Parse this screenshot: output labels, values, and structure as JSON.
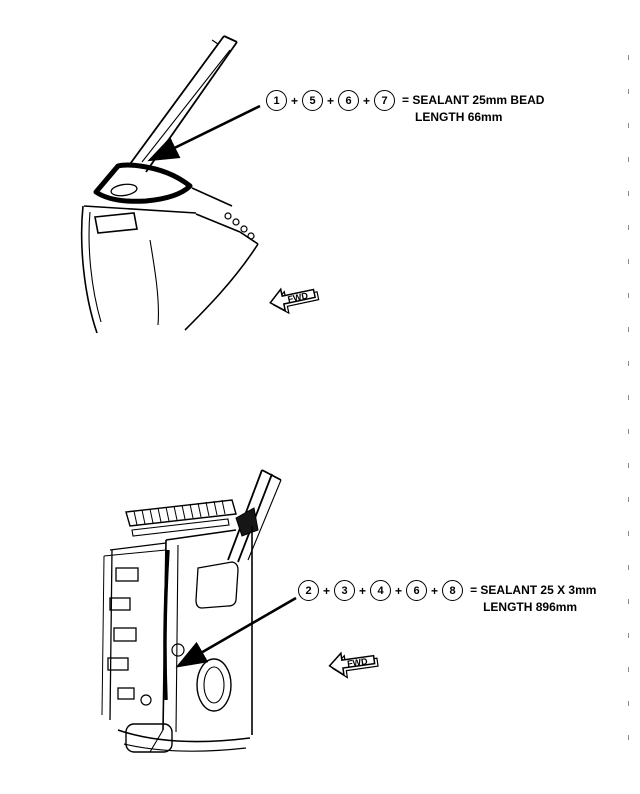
{
  "figures": {
    "top": {
      "callout": {
        "numbers": [
          "1",
          "5",
          "6",
          "7"
        ],
        "plus": "+",
        "equals_text": "= SEALANT 25mm BEAD",
        "length_text": "LENGTH 66mm"
      },
      "fwd_label": "FWD"
    },
    "bottom": {
      "callout": {
        "numbers": [
          "2",
          "3",
          "4",
          "6",
          "8"
        ],
        "plus": "+",
        "equals_text": "= SEALANT 25 X 3mm",
        "length_text": "LENGTH 896mm"
      },
      "fwd_label": "FWD"
    }
  },
  "colors": {
    "ink": "#000000",
    "paper": "#ffffff"
  }
}
